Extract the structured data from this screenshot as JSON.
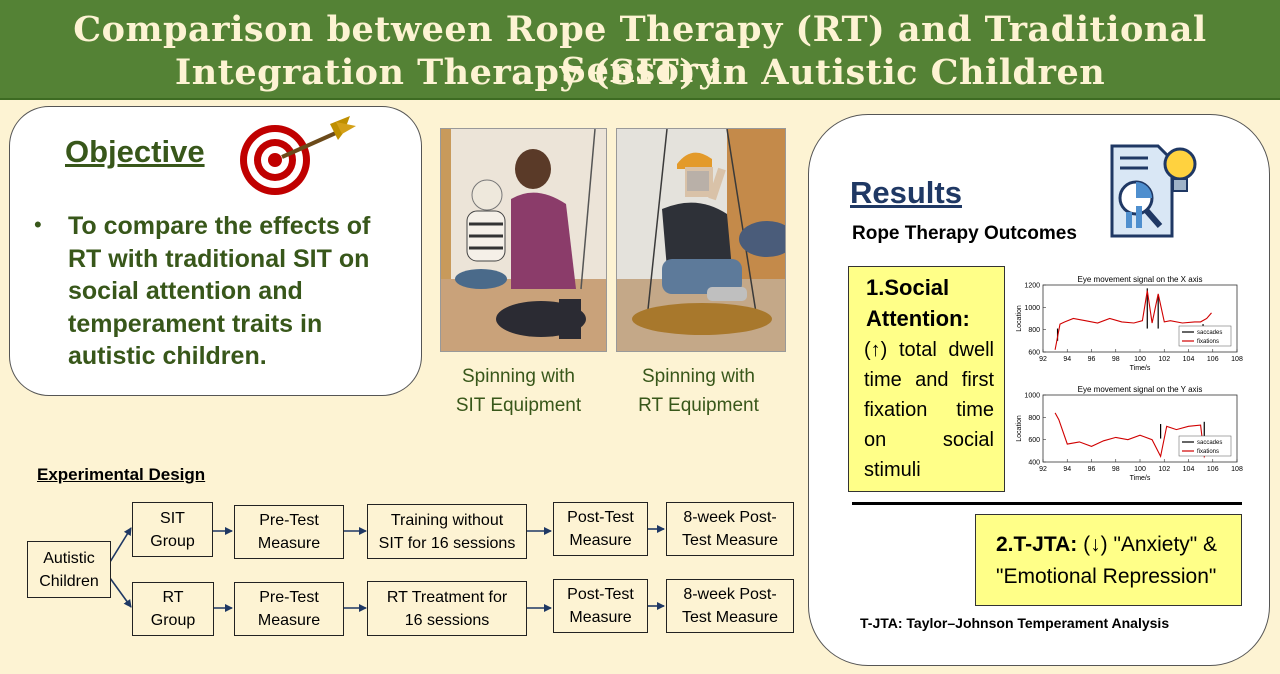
{
  "title": {
    "line1": "Comparison between Rope Therapy (RT) and Traditional Sensory",
    "line2": "Integration Therapy (SIT) in Autistic Children"
  },
  "objective": {
    "heading": "Objective",
    "bullet": "•",
    "text": "To compare the effects of RT with traditional SIT on social attention and temperament traits in autistic children."
  },
  "photos": [
    {
      "caption_line1": "Spinning with",
      "caption_line2": "SIT Equipment"
    },
    {
      "caption_line1": "Spinning with",
      "caption_line2": "RT Equipment"
    }
  ],
  "results": {
    "heading": "Results",
    "subheading": "Rope Therapy Outcomes",
    "social_attention": {
      "title_line1": "1.Social",
      "title_line2": "Attention:",
      "body": "(↑) total dwell time and first fixation time on social stimuli"
    },
    "tjta": {
      "prefix": "2.T-JTA:",
      "line1_rest": " (↓) \"Anxiety\" &",
      "line2": "\"Emotional Repression\""
    },
    "footnote": "T-JTA: Taylor–Johnson Temperament Analysis"
  },
  "charts_text": {
    "x_title": "Eye movement signal on the X axis",
    "y_title": "Eye movement signal on the Y axis",
    "ylabel": "Location",
    "xlabel": "Time/s",
    "legend_saccades": "saccades",
    "legend_fixations": "fixations",
    "x_yticks": [
      "1200",
      "1000",
      "800",
      "600"
    ],
    "y_yticks": [
      "1000",
      "800",
      "600",
      "400"
    ],
    "xticks": [
      "92",
      "94",
      "96",
      "98",
      "100",
      "102",
      "104",
      "106",
      "108"
    ]
  },
  "chart_data": [
    {
      "type": "line",
      "title": "Eye movement signal on the X axis",
      "xlabel": "Time/s",
      "ylabel": "Location",
      "xlim": [
        92,
        108
      ],
      "ylim": [
        600,
        1200
      ],
      "series": [
        {
          "name": "saccades",
          "color": "#000000",
          "x": [
            93.2,
            100.6,
            101.5,
            105.2
          ],
          "y": [
            700,
            1170,
            1100,
            850
          ]
        },
        {
          "name": "fixations",
          "color": "#d00000",
          "x": [
            93.0,
            93.4,
            93.8,
            94.5,
            95.5,
            96.5,
            97.5,
            98.5,
            99.5,
            100.2,
            100.6,
            101.0,
            101.5,
            102.0,
            102.5,
            103.5,
            104.5,
            105.0,
            105.5,
            105.9
          ],
          "y": [
            620,
            850,
            870,
            900,
            880,
            860,
            900,
            870,
            860,
            880,
            1150,
            860,
            1120,
            870,
            880,
            860,
            870,
            870,
            900,
            950
          ]
        }
      ]
    },
    {
      "type": "line",
      "title": "Eye movement signal on the Y axis",
      "xlabel": "Time/s",
      "ylabel": "Location",
      "xlim": [
        92,
        108
      ],
      "ylim": [
        400,
        1000
      ],
      "series": [
        {
          "name": "saccades",
          "color": "#000000",
          "x": [
            101.7,
            105.3
          ],
          "y": [
            740,
            760
          ]
        },
        {
          "name": "fixations",
          "color": "#d00000",
          "x": [
            93.0,
            93.3,
            94.0,
            95.0,
            96.0,
            97.0,
            98.0,
            99.0,
            100.0,
            101.0,
            101.7,
            102.2,
            103.0,
            104.0,
            105.0,
            105.3,
            105.8
          ],
          "y": [
            840,
            780,
            560,
            580,
            540,
            590,
            620,
            600,
            640,
            600,
            450,
            720,
            690,
            720,
            730,
            450,
            580
          ]
        }
      ]
    }
  ],
  "design": {
    "heading": "Experimental Design",
    "start": "Autistic Children",
    "row1": [
      "SIT Group",
      "Pre-Test Measure",
      "Training without SIT for 16 sessions",
      "Post-Test Measure",
      "8-week Post-Test Measure"
    ],
    "row2": [
      "RT Group",
      "Pre-Test Measure",
      "RT Treatment for 16 sessions",
      "Post-Test Measure",
      "8-week Post-Test Measure"
    ]
  },
  "colors": {
    "header_bg": "#548235",
    "page_bg": "#fdf3d3",
    "objective_text": "#38571a",
    "results_heading": "#1f3864",
    "highlight_box": "#ffff88"
  },
  "icons": [
    "target-dart-icon",
    "report-lightbulb-icon"
  ]
}
